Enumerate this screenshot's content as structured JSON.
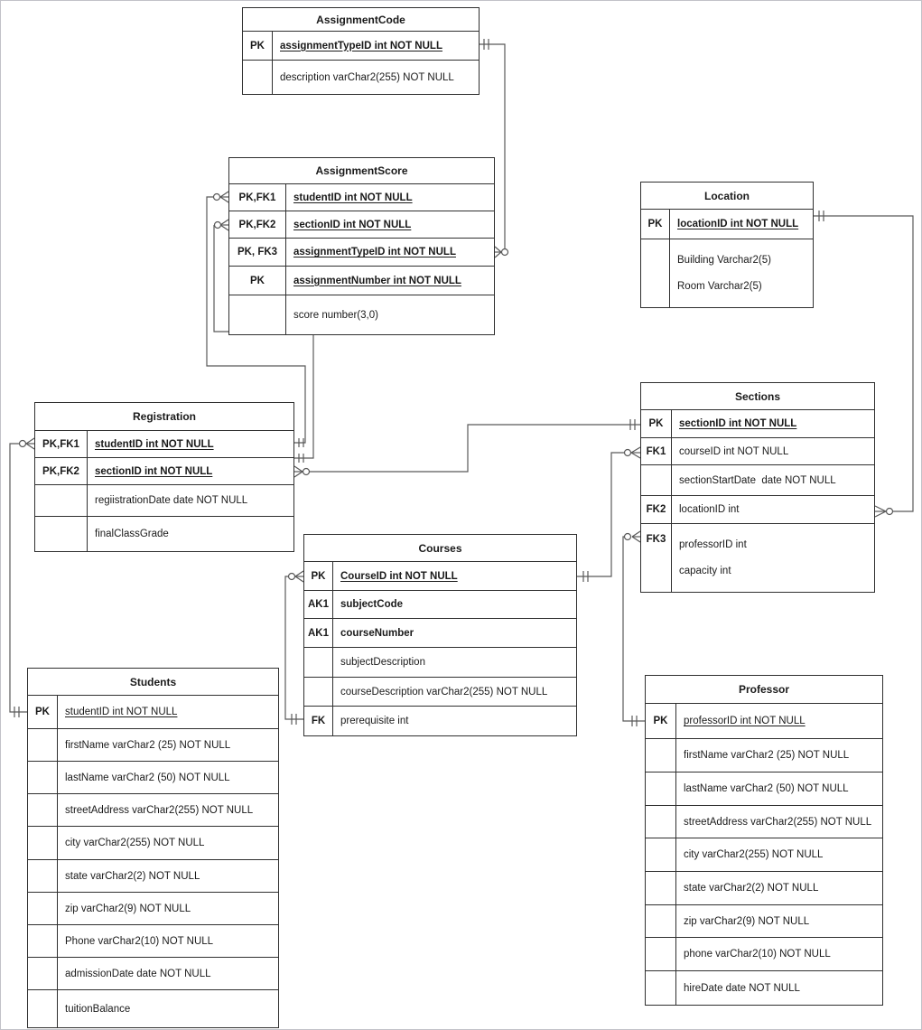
{
  "canvas": {
    "background_color": "#ffffff",
    "frame_color": "#c2c2c8",
    "table_border_color": "#2f2f2f",
    "connector_color": "#595959"
  },
  "entities": {
    "assignmentCode": {
      "title": "AssignmentCode",
      "rows": [
        {
          "key": "PK",
          "text": "assignmentTypeID int NOT NULL"
        },
        {
          "key": "",
          "text": "description varChar2(255) NOT NULL"
        }
      ]
    },
    "assignmentScore": {
      "title": "AssignmentScore",
      "rows": [
        {
          "key": "PK,FK1",
          "text": "studentID int NOT NULL"
        },
        {
          "key": "PK,FK2",
          "text": "sectionID int NOT NULL"
        },
        {
          "key": "PK, FK3",
          "text": "assignmentTypeID int NOT NULL"
        },
        {
          "key": "PK",
          "text": "assignmentNumber int NOT NULL"
        },
        {
          "key": "",
          "text": "score number(3,0)"
        }
      ]
    },
    "location": {
      "title": "Location",
      "rows": [
        {
          "key": "PK",
          "text": "locationID int NOT NULL"
        },
        {
          "key": "",
          "text": "Building Varchar2(5)",
          "text2": "Room Varchar2(5)"
        }
      ]
    },
    "registration": {
      "title": "Registration",
      "rows": [
        {
          "key": "PK,FK1",
          "text": "studentID int NOT NULL"
        },
        {
          "key": "PK,FK2",
          "text": "sectionID int NOT NULL"
        },
        {
          "key": "",
          "text": "regiistrationDate date NOT NULL"
        },
        {
          "key": "",
          "text": "finalClassGrade"
        }
      ]
    },
    "sections": {
      "title": "Sections",
      "rows": [
        {
          "key": "PK",
          "text": "sectionID int NOT NULL"
        },
        {
          "key": "FK1",
          "text": "courseID int NOT NULL"
        },
        {
          "key": "",
          "text": "sectionStartDate  date NOT NULL"
        },
        {
          "key": "FK2",
          "text": "locationID int"
        },
        {
          "key": "FK3",
          "text": "professorID int",
          "text2": "capacity int"
        }
      ]
    },
    "courses": {
      "title": "Courses",
      "rows": [
        {
          "key": "PK",
          "text": "CourseID int NOT NULL"
        },
        {
          "key": "AK1",
          "text": "subjectCode"
        },
        {
          "key": "AK1",
          "text": "courseNumber"
        },
        {
          "key": "",
          "text": "subjectDescription"
        },
        {
          "key": "",
          "text": "courseDescription varChar2(255) NOT NULL"
        },
        {
          "key": "FK",
          "text": "prerequisite int"
        }
      ]
    },
    "students": {
      "title": "Students",
      "rows": [
        {
          "key": "PK",
          "text": "studentID int NOT NULL"
        },
        {
          "key": "",
          "text": "firstName varChar2 (25) NOT NULL"
        },
        {
          "key": "",
          "text": "lastName varChar2 (50) NOT NULL"
        },
        {
          "key": "",
          "text": "streetAddress varChar2(255) NOT NULL"
        },
        {
          "key": "",
          "text": "city varChar2(255) NOT NULL"
        },
        {
          "key": "",
          "text": "state varChar2(2) NOT NULL"
        },
        {
          "key": "",
          "text": "zip varChar2(9) NOT NULL"
        },
        {
          "key": "",
          "text": "Phone varChar2(10) NOT NULL"
        },
        {
          "key": "",
          "text": "admissionDate date NOT NULL"
        },
        {
          "key": "",
          "text": "tuitionBalance"
        }
      ]
    },
    "professor": {
      "title": "Professor",
      "rows": [
        {
          "key": "PK",
          "text": "professorID int NOT NULL"
        },
        {
          "key": "",
          "text": "firstName varChar2 (25) NOT NULL"
        },
        {
          "key": "",
          "text": "lastName varChar2 (50) NOT NULL"
        },
        {
          "key": "",
          "text": "streetAddress varChar2(255) NOT NULL"
        },
        {
          "key": "",
          "text": "city varChar2(255) NOT NULL"
        },
        {
          "key": "",
          "text": "state varChar2(2) NOT NULL"
        },
        {
          "key": "",
          "text": "zip varChar2(9) NOT NULL"
        },
        {
          "key": "",
          "text": "phone varChar2(10) NOT NULL"
        },
        {
          "key": "",
          "text": "hireDate date NOT NULL"
        }
      ]
    }
  },
  "relationships": [
    {
      "one_side": "AssignmentCode.assignmentTypeID",
      "many_side": "AssignmentScore.assignmentTypeID",
      "many_type": "zero-or-many"
    },
    {
      "one_side": "Registration.studentID",
      "many_side": "AssignmentScore.studentID",
      "many_type": "zero-or-many"
    },
    {
      "one_side": "Registration.sectionID",
      "many_side": "AssignmentScore.sectionID",
      "many_type": "zero-or-many"
    },
    {
      "one_side": "Sections.sectionID",
      "many_side": "Registration.sectionID",
      "many_type": "zero-or-many"
    },
    {
      "one_side": "Students.studentID",
      "many_side": "Registration.studentID",
      "many_type": "zero-or-many"
    },
    {
      "one_side": "Courses.prerequisite",
      "many_side": "Courses.CourseID",
      "many_type": "zero-or-many"
    },
    {
      "one_side": "Courses.CourseID",
      "many_side": "Sections.courseID",
      "many_type": "zero-or-many"
    },
    {
      "one_side": "Location.locationID",
      "many_side": "Sections.locationID",
      "many_type": "zero-or-many"
    },
    {
      "one_side": "Professor.professorID",
      "many_side": "Sections.professorID",
      "many_type": "zero-or-many"
    }
  ]
}
